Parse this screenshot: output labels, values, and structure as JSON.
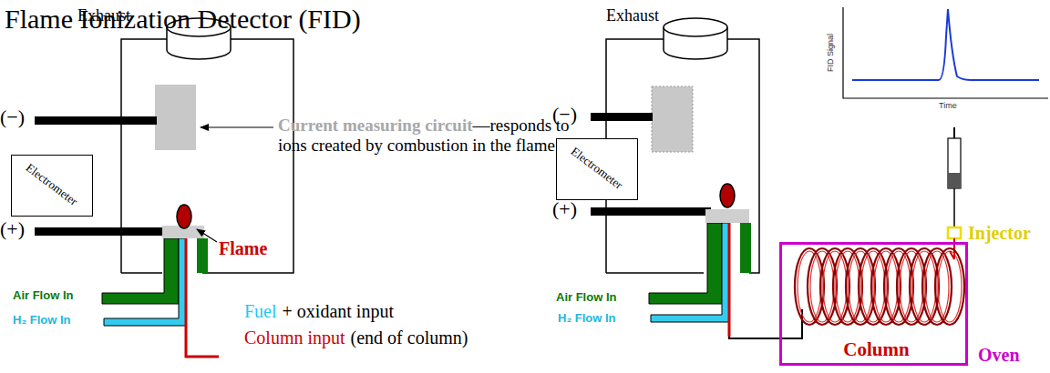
{
  "diagram": {
    "title": "Flame Ionization Detector (FID)",
    "nodes": [
      {
        "text": [
          "Electrometer"
        ]
      },
      {
        "text": [
          "Electrometer"
        ]
      },
      {
        "text": [
          "Column",
          "Oven"
        ]
      }
    ],
    "labels": [
      "Exhaust",
      "(−)",
      "(+)",
      "Current measuring circuit",
      "—responds to ions created by combustion in the flame.",
      "Flame",
      "Air Flow In",
      "H₂ Flow In",
      "Fuel",
      "+ oxidant input",
      "Column input",
      "(end of column)",
      "Exhaust",
      "(−)",
      "(+)",
      "Air Flow In",
      "H₂ Flow In",
      "Injector",
      "FID Signal",
      "Time"
    ]
  }
}
